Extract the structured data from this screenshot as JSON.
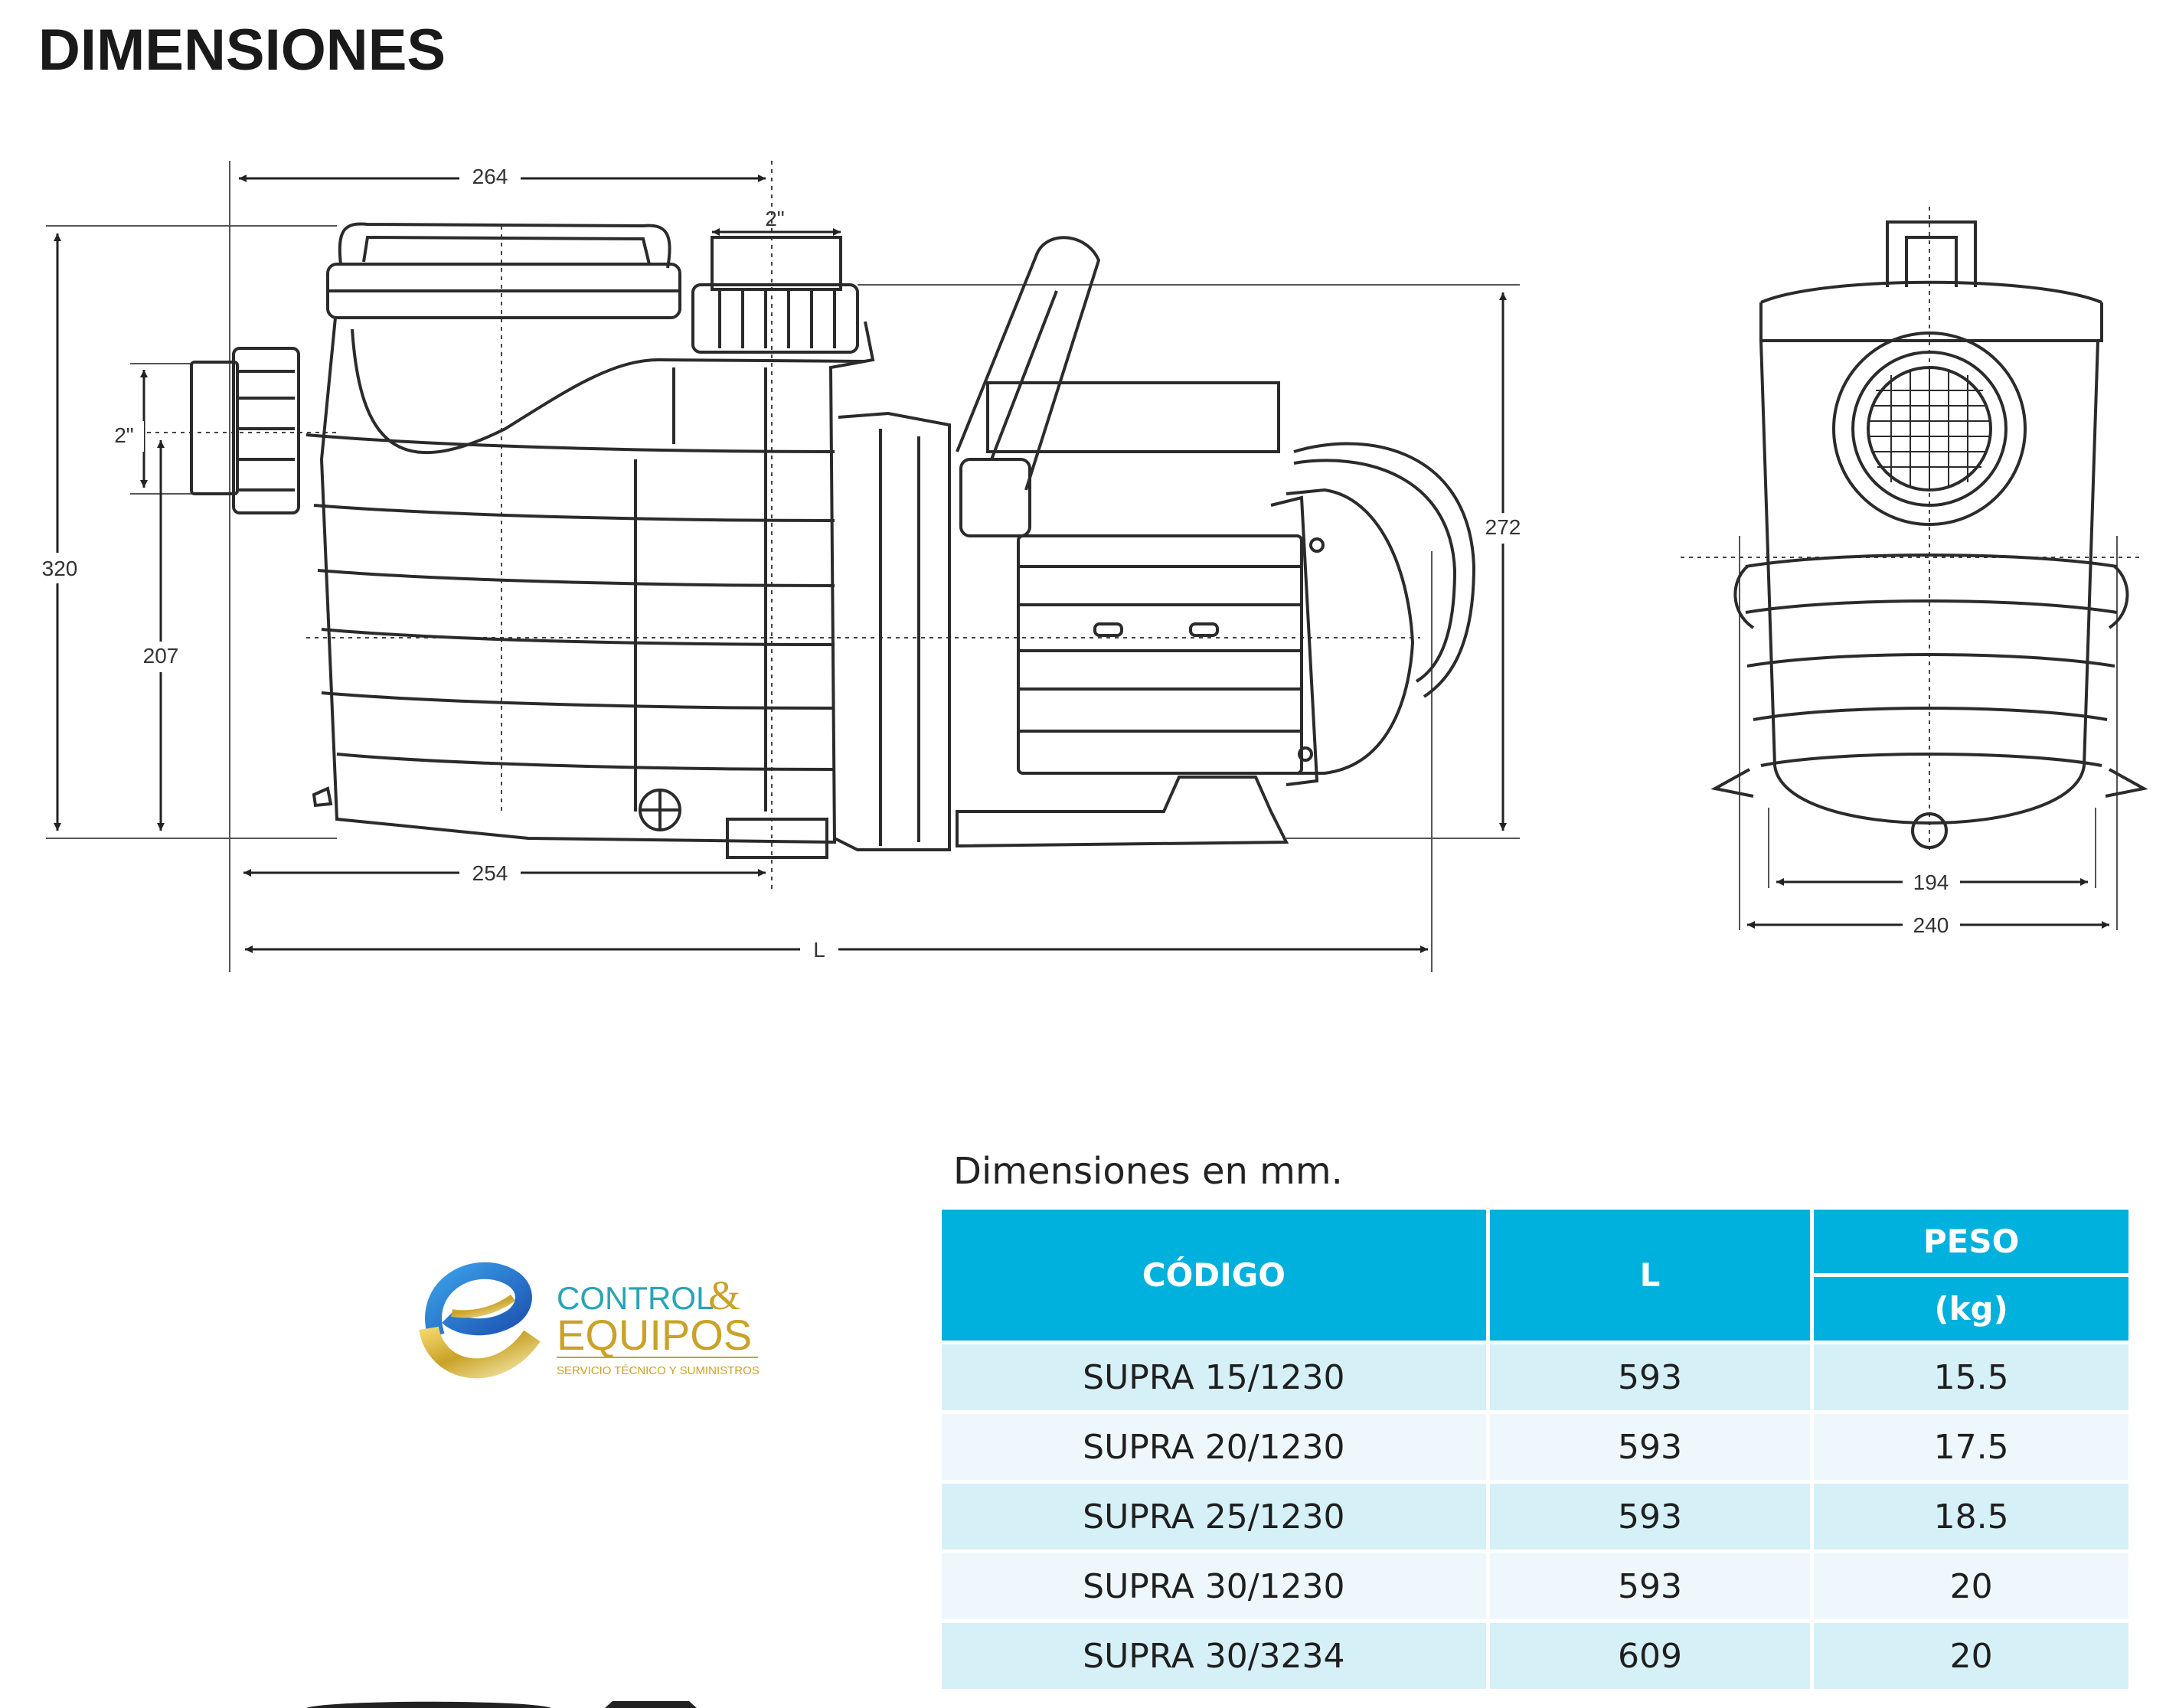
{
  "page": {
    "title": "DIMENSIONES",
    "caption": "Dimensiones en mm."
  },
  "drawing": {
    "labels": {
      "d264": "264",
      "d2_top": "2\"",
      "d2_left": "2\"",
      "d320": "320",
      "d207": "207",
      "d272": "272",
      "d254": "254",
      "dL": "L",
      "d194": "194",
      "d240": "240"
    }
  },
  "logo": {
    "line1": "CONTROL",
    "amp": "&",
    "line2": "EQUIPOS",
    "tagline": "SERVICIO TÉCNICO Y SUMINISTROS",
    "colors": {
      "text": "#2aa3b8",
      "gold": "#c9a227",
      "blue": "#1e73c8"
    }
  },
  "table": {
    "headers": {
      "codigo": "CÓDIGO",
      "l": "L",
      "peso": "PESO",
      "peso_unit": "(kg)"
    },
    "rows": [
      {
        "codigo": "SUPRA 15/1230",
        "l": "593",
        "peso": "15.5"
      },
      {
        "codigo": "SUPRA 20/1230",
        "l": "593",
        "peso": "17.5"
      },
      {
        "codigo": "SUPRA 25/1230",
        "l": "593",
        "peso": "18.5"
      },
      {
        "codigo": "SUPRA 30/1230",
        "l": "593",
        "peso": "20"
      },
      {
        "codigo": "SUPRA 30/3234",
        "l": "609",
        "peso": "20"
      }
    ],
    "colors": {
      "header": "#00b0dd",
      "row_odd": "#d6f0f8",
      "row_even": "#eef8fc"
    }
  }
}
